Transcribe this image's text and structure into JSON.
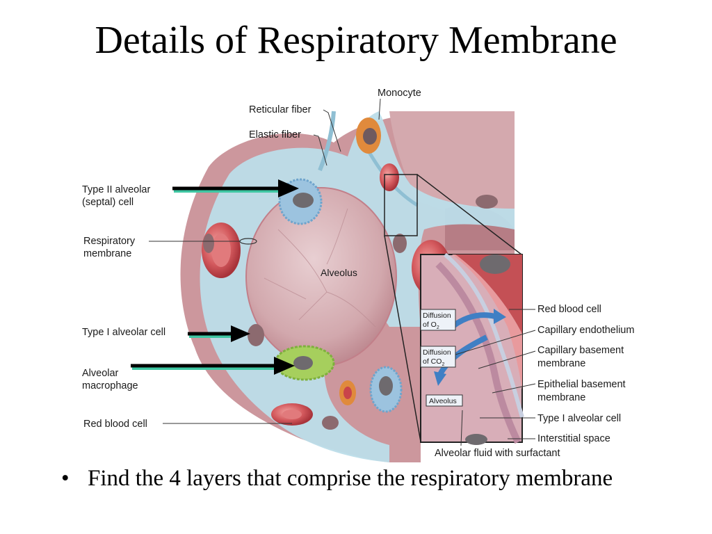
{
  "slide": {
    "title": "Details of Respiratory Membrane",
    "bullets": [
      "Find the 4 layers that comprise the respiratory membrane"
    ]
  },
  "diagram": {
    "labels_left": {
      "monocyte": "Monocyte",
      "reticular_fiber": "Reticular fiber",
      "elastic_fiber": "Elastic fiber",
      "type2_line1": "Type II alveolar",
      "type2_line2": "(septal) cell",
      "resp_membrane_line1": "Respiratory",
      "resp_membrane_line2": "membrane",
      "type1": "Type I alveolar cell",
      "macrophage_line1": "Alveolar",
      "macrophage_line2": "macrophage",
      "rbc": "Red blood cell",
      "alveolus": "Alveolus"
    },
    "labels_right": {
      "rbc": "Red blood cell",
      "cap_endothelium": "Capillary endothelium",
      "cap_bm_line1": "Capillary basement",
      "cap_bm_line2": "membrane",
      "epi_bm_line1": "Epithelial basement",
      "epi_bm_line2": "membrane",
      "type1": "Type I alveolar cell",
      "interstitial": "Interstitial space",
      "fluid": "Alveolar fluid with surfactant"
    },
    "inset": {
      "diff_o2_line1": "Diffusion",
      "diff_o2_line2": "of O",
      "diff_co2_line1": "Diffusion",
      "diff_co2_line2": "of CO",
      "subscript": "2",
      "alveolus": "Alveolus"
    },
    "colors": {
      "tissue_pink": "#d9a3a8",
      "interstitium_blue": "#b9dbe8",
      "rbc_red": "#c9444a",
      "type2_cell_blue": "#9cc3df",
      "macrophage_green": "#a6cf5d",
      "monocyte_orange": "#e08a3c",
      "arrow_black": "#000000",
      "arrow_shadow": "#3fc7a3",
      "diffusion_arrow": "#3f7fc4"
    }
  }
}
